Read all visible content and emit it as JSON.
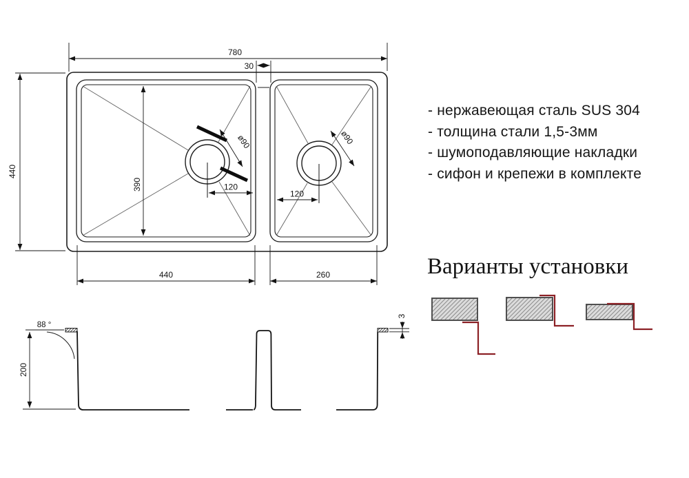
{
  "top_view": {
    "width_total": "780",
    "bowl_gap": "30",
    "depth_total": "440",
    "bowl1_width": "440",
    "bowl2_width": "260",
    "bowl1_length": "390",
    "bowl1_drain_offset": "120",
    "bowl2_drain_offset": "120",
    "bowl1_drain_diameter": "ø90",
    "bowl2_drain_diameter": "ø90"
  },
  "section_view": {
    "bowl_depth": "200",
    "wall_angle": "88 °",
    "rim_thickness": "3"
  },
  "specs": {
    "lines": [
      "- нержавеющая сталь SUS 304",
      "- толщина стали 1,5-3мм",
      "- шумоподавляющие накладки",
      "- сифон и крепежи в комплекте"
    ]
  },
  "installation": {
    "title": "Варианты установки"
  },
  "colors": {
    "line": "#141414",
    "diagonal": "#606060",
    "mount_profile_red": "#8c2025",
    "countertop_fill": "#dcdcdc",
    "countertop_border": "#4f4f4f"
  }
}
